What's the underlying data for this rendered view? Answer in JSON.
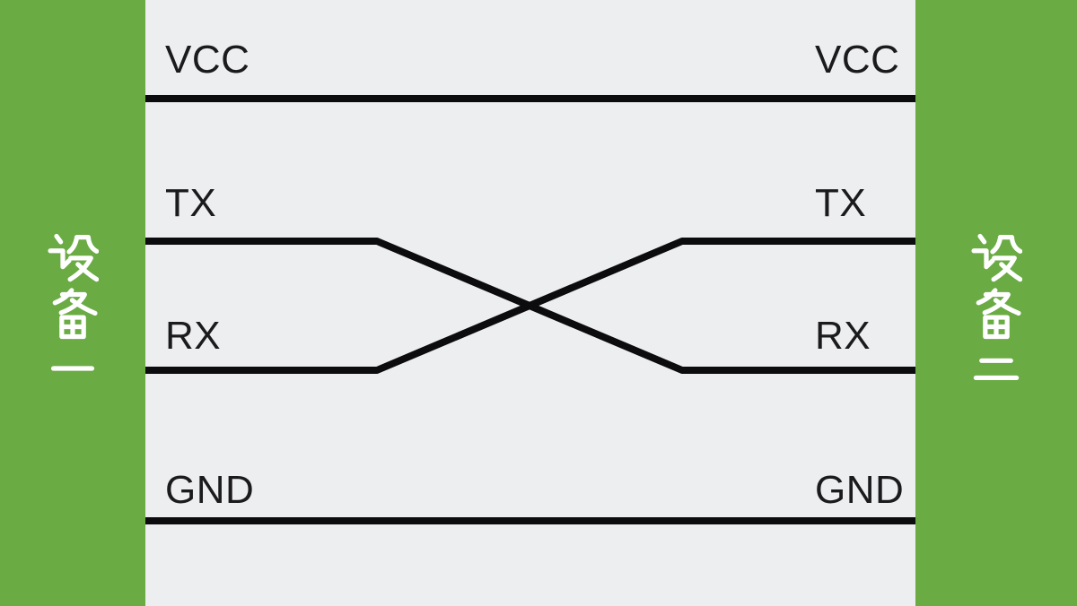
{
  "diagram": {
    "type": "uart-crossover-wiring",
    "devices": {
      "left": {
        "label": "设备一"
      },
      "right": {
        "label": "设备二"
      }
    },
    "pins": {
      "left": [
        {
          "name": "VCC"
        },
        {
          "name": "TX"
        },
        {
          "name": "RX"
        },
        {
          "name": "GND"
        }
      ],
      "right": [
        {
          "name": "VCC"
        },
        {
          "name": "TX"
        },
        {
          "name": "RX"
        },
        {
          "name": "GND"
        }
      ]
    },
    "connections": [
      {
        "from": "设备一.VCC",
        "to": "设备二.VCC",
        "style": "straight"
      },
      {
        "from": "设备一.TX",
        "to": "设备二.RX",
        "style": "crossover"
      },
      {
        "from": "设备一.RX",
        "to": "设备二.TX",
        "style": "crossover"
      },
      {
        "from": "设备一.GND",
        "to": "设备二.GND",
        "style": "straight"
      }
    ],
    "colors": {
      "device_bar": "#6aab44",
      "canvas": "#edeef0",
      "wire": "#0c0c0e",
      "pin_label": "#1b1b1d",
      "device_label": "#ffffff"
    }
  }
}
